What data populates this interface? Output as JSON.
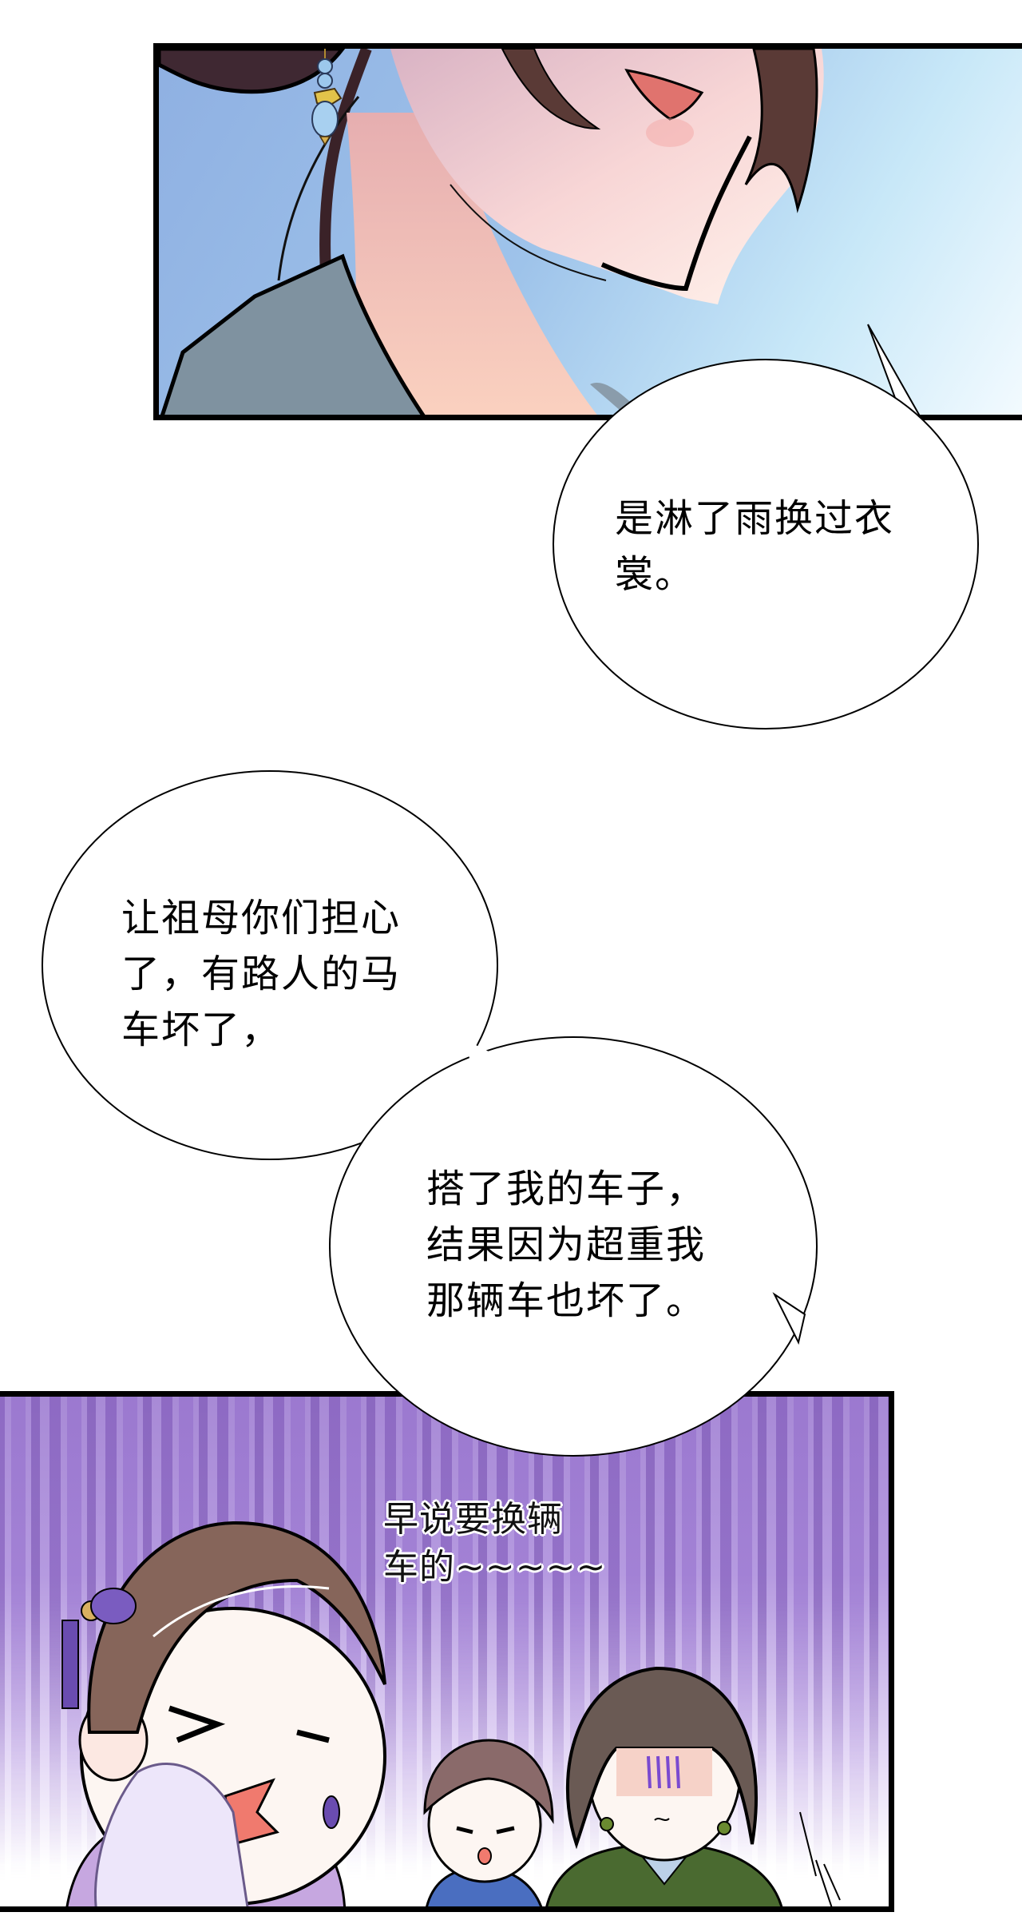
{
  "page": {
    "type": "manga-page",
    "background": "#ffffff"
  },
  "panels": [
    {
      "id": "panel-1",
      "description": "close-up of woman's lower face and neck with blue pearl earring",
      "colors": {
        "sky_left": "#8fb0e2",
        "sky_right": "#f4fbff",
        "skin": "#f6c9c0",
        "hair": "#4a2f33",
        "robe": "#7f92a0",
        "border": "#000000"
      }
    },
    {
      "id": "panel-2",
      "description": "crying grandmother wiping tears with handkerchief, servant girl and older woman beside her, purple shock-line background",
      "colors": {
        "stripe": "#8a66c4",
        "fade": "#ffffff",
        "border": "#000000"
      },
      "caption": {
        "lines": [
          "早说要换辆",
          "车的~~~~~"
        ]
      }
    }
  ],
  "bubbles": [
    {
      "id": "bubble-1",
      "lines": [
        "是淋了雨换过衣",
        "裳。"
      ]
    },
    {
      "id": "bubble-2",
      "lines": [
        "让祖母你们担心",
        "了，有路人的马",
        "车坏了，"
      ]
    },
    {
      "id": "bubble-3",
      "lines": [
        "搭了我的车子，",
        "结果因为超重我",
        "那辆车也坏了。"
      ]
    }
  ]
}
